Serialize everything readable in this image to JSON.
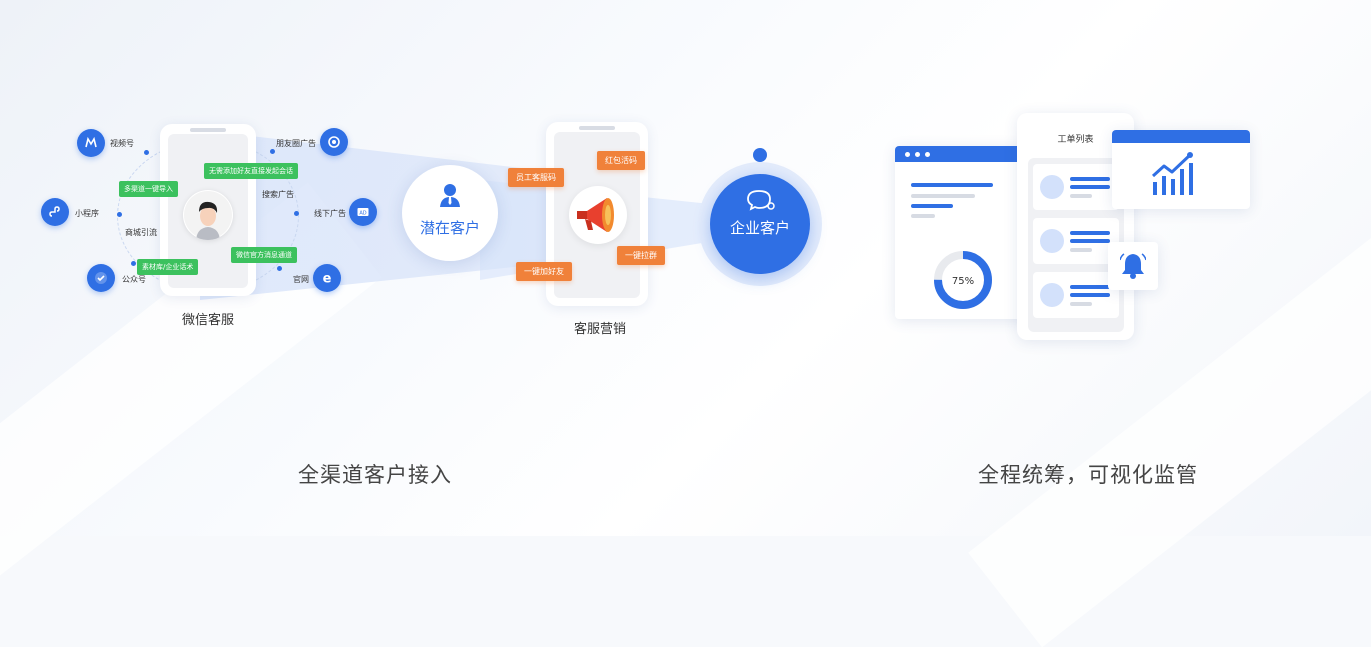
{
  "wechat_service": {
    "caption": "微信客服",
    "channels": {
      "video": "视频号",
      "miniapp": "小程序",
      "official": "公众号",
      "moments_ad": "朋友圈广告",
      "offline_ad": "线下广告",
      "website": "官网"
    },
    "inner_labels": {
      "mall": "商城引流",
      "search_ad": "搜索广告"
    },
    "tags": {
      "multi_channel": "多渠道一键导入",
      "no_friend": "无需添加好友直接发起会话",
      "official_msg": "微信官方消息通道",
      "materials": "素材库/企业话术"
    }
  },
  "potential_customer": {
    "label": "潜在客户"
  },
  "marketing": {
    "caption": "客服营销",
    "tags": {
      "staff_qr": "员工客服码",
      "red_packet": "红包活码",
      "one_click_group": "一键拉群",
      "one_click_friend": "一键加好友"
    }
  },
  "enterprise_customer": {
    "label": "企业客户"
  },
  "dashboard": {
    "work_order_title": "工单列表",
    "donut_percent": "75%",
    "donut_value": 0.75
  },
  "captions": {
    "left": "全渠道客户接入",
    "right": "全程统筹，可视化监管"
  },
  "colors": {
    "primary_blue": "#2f6fe4",
    "green": "#3cc15e",
    "orange": "#f0813a"
  }
}
